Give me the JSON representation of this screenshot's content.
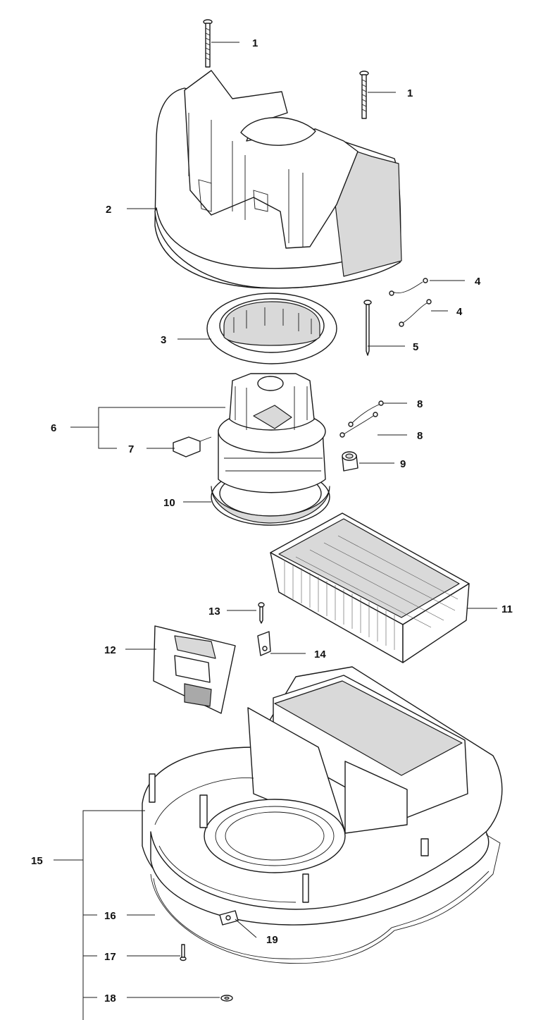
{
  "callouts": {
    "c1a": "1",
    "c1b": "1",
    "c2": "2",
    "c3": "3",
    "c4a": "4",
    "c4b": "4",
    "c5": "5",
    "c6": "6",
    "c7": "7",
    "c8a": "8",
    "c8b": "8",
    "c9": "9",
    "c10": "10",
    "c11": "11",
    "c12": "12",
    "c13": "13",
    "c14": "14",
    "c15": "15",
    "c16": "16",
    "c17": "17",
    "c18": "18",
    "c19": "19"
  }
}
